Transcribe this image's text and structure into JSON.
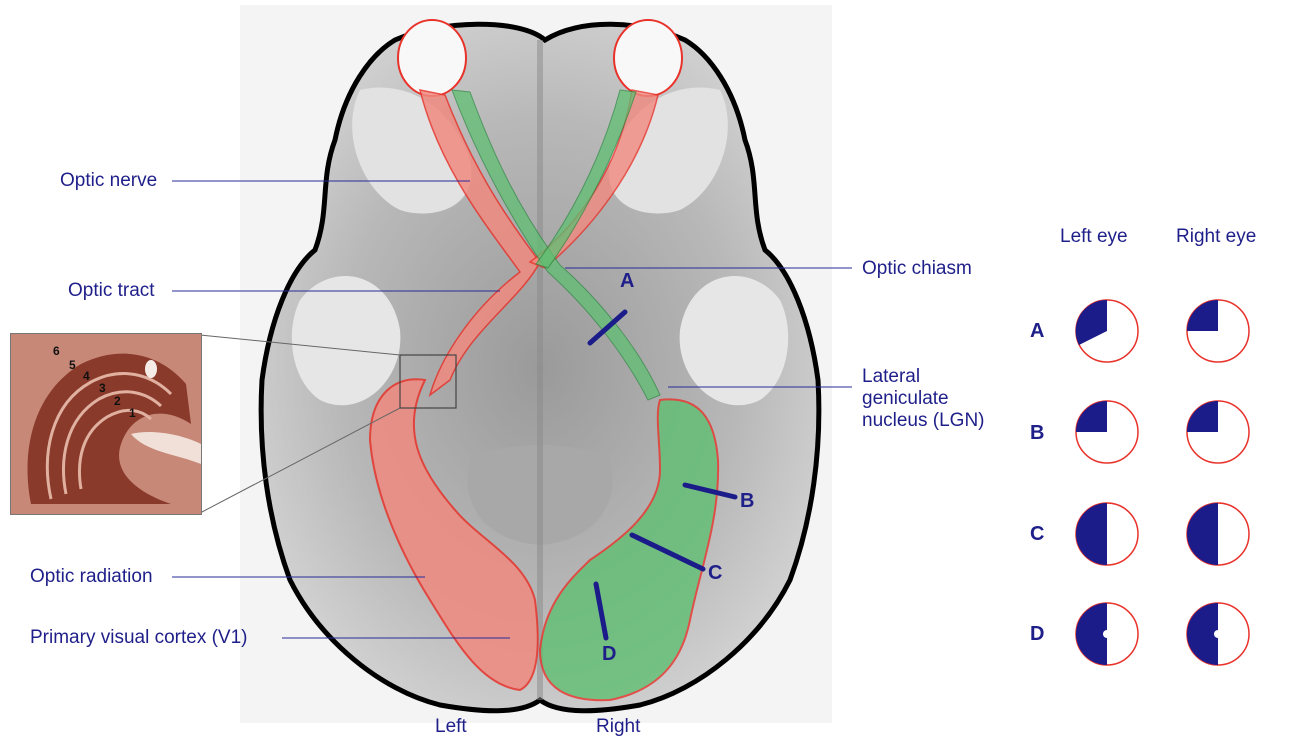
{
  "labels": {
    "optic_nerve": "Optic nerve",
    "optic_tract": "Optic tract",
    "optic_chiasm": "Optic chiasm",
    "lgn_line1": "Lateral",
    "lgn_line2": "geniculate",
    "lgn_line3": "nucleus (LGN)",
    "optic_radiation": "Optic radiation",
    "v1": "Primary visual cortex (V1)",
    "left": "Left",
    "right": "Right"
  },
  "lesion_letters": [
    "A",
    "B",
    "C",
    "D"
  ],
  "inset_layers": [
    "6",
    "5",
    "4",
    "3",
    "2",
    "1"
  ],
  "field_table": {
    "col_left": "Left eye",
    "col_right": "Right eye",
    "rows": [
      {
        "label": "A",
        "left_defect": "upper-left quadrant+",
        "right_defect": "upper-left quadrant"
      },
      {
        "label": "B",
        "left_defect": "upper-left quadrant",
        "right_defect": "upper-left quadrant"
      },
      {
        "label": "C",
        "left_defect": "left hemifield",
        "right_defect": "left hemifield"
      },
      {
        "label": "D",
        "left_defect": "left hemifield, macular sparing",
        "right_defect": "left hemifield, macular sparing"
      }
    ]
  },
  "colors": {
    "navy": "#1b1b8a",
    "red_path": "#e8322a",
    "green_path": "#3fa85a"
  }
}
